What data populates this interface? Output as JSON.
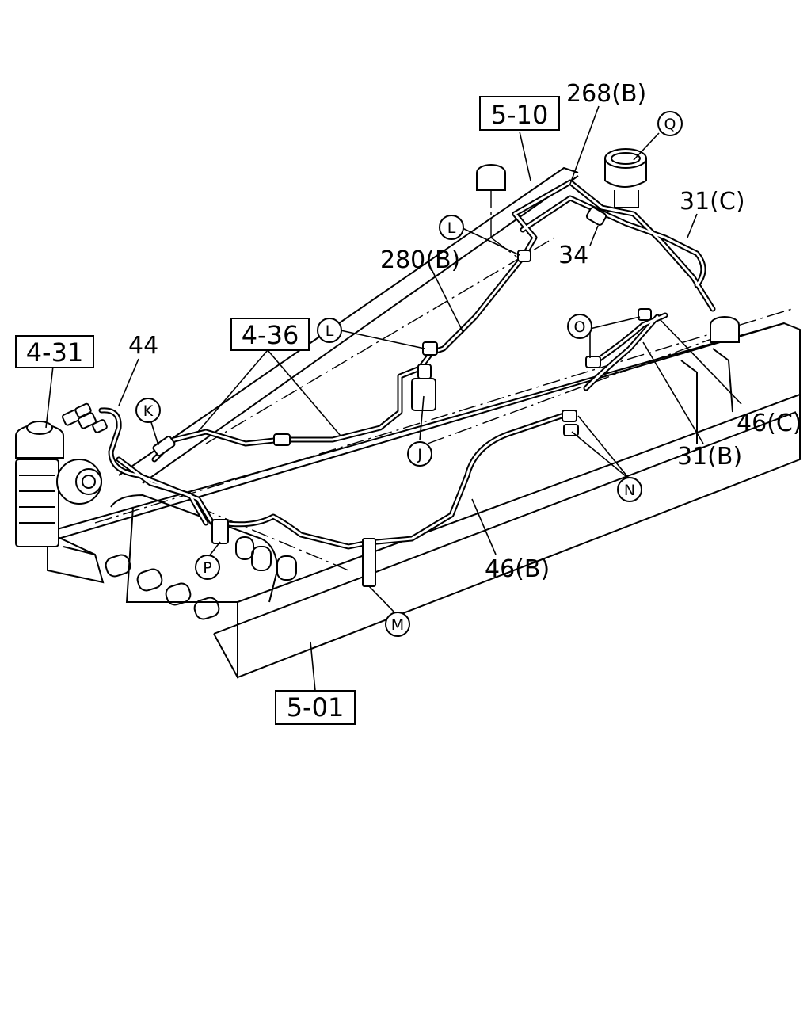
{
  "references": {
    "r510": "5-10",
    "r431": "4-31",
    "r436": "4-36",
    "r501": "5-01"
  },
  "part_numbers": {
    "p268b": "268(B)",
    "p31c": "31(C)",
    "p34": "34",
    "p280b": "280(B)",
    "p44": "44",
    "p46c": "46(C)",
    "p31b": "31(B)",
    "p46b": "46(B)"
  },
  "markers": {
    "Q": "Q",
    "L1": "L",
    "L2": "L",
    "O": "O",
    "K": "K",
    "J": "J",
    "N": "N",
    "P": "P",
    "M": "M"
  }
}
